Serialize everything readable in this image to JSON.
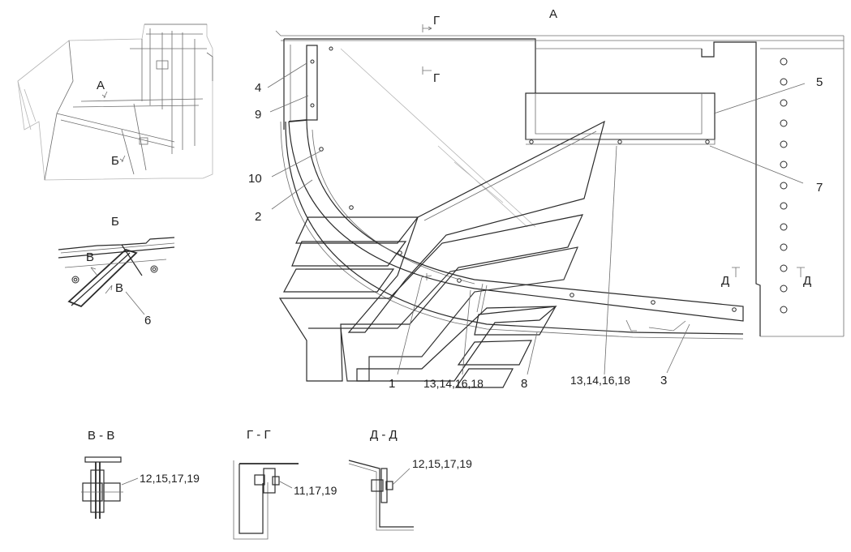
{
  "labels": {
    "view_a": "А",
    "mark_a_small": "А",
    "mark_b_small": "Б",
    "view_b": "Б",
    "mark_v": "В",
    "mark_v2": "В",
    "section_g_top": "Г",
    "section_g_inner": "Г",
    "section_d_left": "Д",
    "section_d_right": "Д",
    "sec_vv": "В - В",
    "sec_gg": "Г - Г",
    "sec_dd": "Д - Д"
  },
  "callouts": {
    "c1": "1",
    "c2": "2",
    "c3": "3",
    "c4": "4",
    "c5": "5",
    "c6": "6",
    "c7": "7",
    "c8": "8",
    "c9": "9",
    "c10": "10",
    "c13a": "13,14,16,18",
    "c13b": "13,14,16,18",
    "c12a": "12,15,17,19",
    "c12b": "12,15,17,19",
    "c11": "11,17,19"
  }
}
